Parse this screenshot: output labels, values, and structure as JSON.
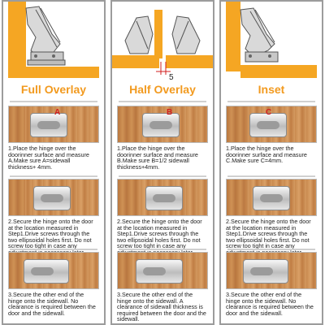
{
  "colors": {
    "heading": "#f29a1f",
    "wood": "#f5a623",
    "marker": "#d21f1f",
    "divider": "#9c9c9c"
  },
  "columns": [
    {
      "title": "Full Overlay",
      "marker": "A",
      "steps": [
        "1.Place the hinge over the doorinner surface and measure A.Make sure A=sidewall thickness+ 4mm.",
        "2.Secure the hinge onto the door at the location measured in Step1.Drive screws through the two ellipsoidal holes first. Do not screw too tight in case any adjustment is necessary later.",
        "3.Secure the other end of the hinge onto the sidewall. No clearance is required between the door and the sidewall."
      ]
    },
    {
      "title": "Half Overlay",
      "marker": "B",
      "gap_label": "5",
      "steps": [
        "1.Place the hinge over the doorinner surface and measure B.Make sure B=1/2 sidewall thickness+4mm.",
        "2.Secure the hinge onto the door at the location measured in Step1.Drive screws through the two ellipsoidal holes first. Do not screw too tight in case any adjustment is necessary later.",
        "3.Secure the other end of the hinge onto the sidewall. A clearance of sidewall thickness is required between the door and the sidewall."
      ]
    },
    {
      "title": "Inset",
      "marker": "C",
      "steps": [
        "1.Place the hinge over the doorinner surface and measure C.Make sure C=4mm.",
        "2.Secure the hinge onto the door at the location measured in Step1.Drive screws through the two ellipsoidal holes first. Do not screw too tight in case any adjustment is necessary later.",
        "3.Secure the other end of the hinge onto the sidewall. No clearance is required between the door and the sidewall."
      ]
    }
  ]
}
